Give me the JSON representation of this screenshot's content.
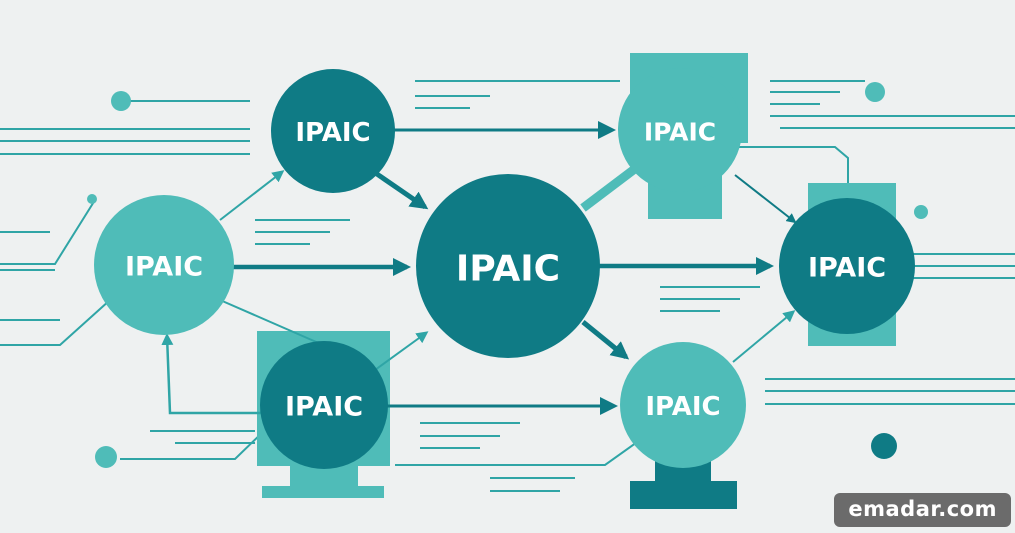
{
  "diagram": {
    "nodes": [
      {
        "id": "top-left",
        "label": "IPAIC"
      },
      {
        "id": "left",
        "label": "IPAIC"
      },
      {
        "id": "bottom-left",
        "label": "IPAIC"
      },
      {
        "id": "center",
        "label": "IPAIC"
      },
      {
        "id": "top-right",
        "label": "IPAIC"
      },
      {
        "id": "bottom-right",
        "label": "IPAIC"
      },
      {
        "id": "far-right",
        "label": "IPAIC"
      }
    ],
    "colors": {
      "dark_teal": "#0f7b85",
      "light_teal": "#4fbcb8",
      "line_teal": "#2fa5a6",
      "background": "#eef1f1"
    }
  },
  "watermark": {
    "text": "emadar.com"
  }
}
